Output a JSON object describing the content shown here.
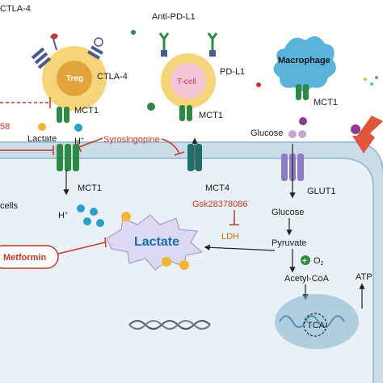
{
  "labels": {
    "ctla4_left": "CTLA-4",
    "anti_pdl1": "Anti-PD-L1",
    "treg": "Treg",
    "ctla4_right": "CTLA-4",
    "tcell": "T-cell",
    "pdl1": "PD-L1",
    "macrophage": "Macrophage",
    "mct1_treg": "MCT1",
    "mct1_tcell": "MCT1",
    "mct1_macrophage": "MCT1",
    "num58": "58",
    "lactate_top": "Lactate",
    "h_plus_top": "H",
    "syrosingopine": "Syrosingopine",
    "glucose_top": "Glucose",
    "mct1_membrane": "MCT1",
    "mct4": "MCT4",
    "glut1": "GLUT1",
    "cells": "cells",
    "gsk": "Gsk28378086",
    "glucose_inside": "Glucose",
    "h_plus_inside": "H",
    "lactate_center": "Lactate",
    "ldh": "LDH",
    "metformin": "Metformin",
    "pyruvate": "Pyruvate",
    "o2": "O",
    "o2_sub": "2",
    "acetylcoa": "Acetyl-CoA",
    "atp": "ATP",
    "tca": "TCA",
    "plus_sup": "+"
  },
  "colors": {
    "membrane": "#c9dce8",
    "membrane_edge": "#8fb4cc",
    "cell_inner": "#e9f1f6",
    "cell_yellow": "#f6d57a",
    "treg_core": "#e2a43a",
    "tcell_core": "#f4c7d8",
    "tcell_text": "#c0306b",
    "macrophage": "#5ab3d9",
    "transporter": "#2d8a45",
    "mct4": "#1f6e6a",
    "glut1": "#8e7cc3",
    "inhibitor": "#c0392b",
    "ldh": "#d4700a",
    "dot_teal": "#2aa0c7",
    "dot_yellow": "#f2b632",
    "lactate_burst": "#ddd8f2",
    "lactate_text": "#1a6fa6",
    "mito": "#7fb1cc",
    "arrow": "#222222",
    "big_arrow": "#e0563b"
  }
}
